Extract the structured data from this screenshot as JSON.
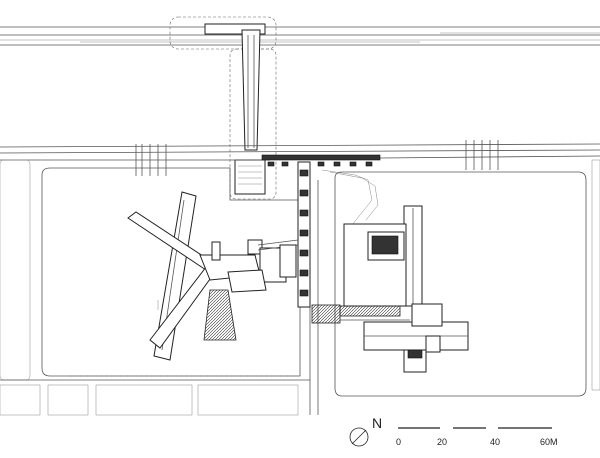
{
  "north_arrow": {
    "label": "N",
    "icon": "north-arrow-icon"
  },
  "scale_bar": {
    "ticks": [
      "0",
      "20",
      "40",
      "60M"
    ],
    "icon": "scale-bar-icon"
  }
}
